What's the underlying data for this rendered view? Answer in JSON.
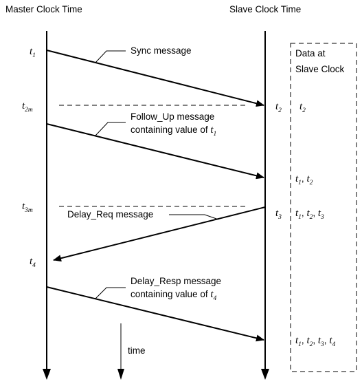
{
  "headers": {
    "master": "Master Clock Time",
    "slave": "Slave Clock Time"
  },
  "box": {
    "line1": "Data at",
    "line2": "Slave Clock"
  },
  "time_labels": {
    "t1": {
      "base": "t",
      "sub": "1"
    },
    "t2m": {
      "base": "t",
      "sub": "2m"
    },
    "t3m": {
      "base": "t",
      "sub": "3m"
    },
    "t4": {
      "base": "t",
      "sub": "4"
    },
    "t2": {
      "base": "t",
      "sub": "2"
    },
    "t3": {
      "base": "t",
      "sub": "3"
    }
  },
  "messages": {
    "sync": "Sync message",
    "follow_up_line1": "Follow_Up message",
    "follow_up_line2": "containing value of ",
    "follow_up_var": {
      "base": "t",
      "sub": "1"
    },
    "delay_req": "Delay_Req message",
    "delay_resp_line1": "Delay_Resp message",
    "delay_resp_line2": "containing value of ",
    "delay_resp_var": {
      "base": "t",
      "sub": "4"
    }
  },
  "slave_data": {
    "row1": [
      {
        "base": "t",
        "sub": "2"
      }
    ],
    "row2": [
      {
        "base": "t",
        "sub": "1"
      },
      {
        "base": "t",
        "sub": "2"
      }
    ],
    "row3": [
      {
        "base": "t",
        "sub": "1"
      },
      {
        "base": "t",
        "sub": "2"
      },
      {
        "base": "t",
        "sub": "3"
      }
    ],
    "row4": [
      {
        "base": "t",
        "sub": "1"
      },
      {
        "base": "t",
        "sub": "2"
      },
      {
        "base": "t",
        "sub": "3"
      },
      {
        "base": "t",
        "sub": "4"
      }
    ],
    "separator": ", "
  },
  "time_arrow_label": "time"
}
